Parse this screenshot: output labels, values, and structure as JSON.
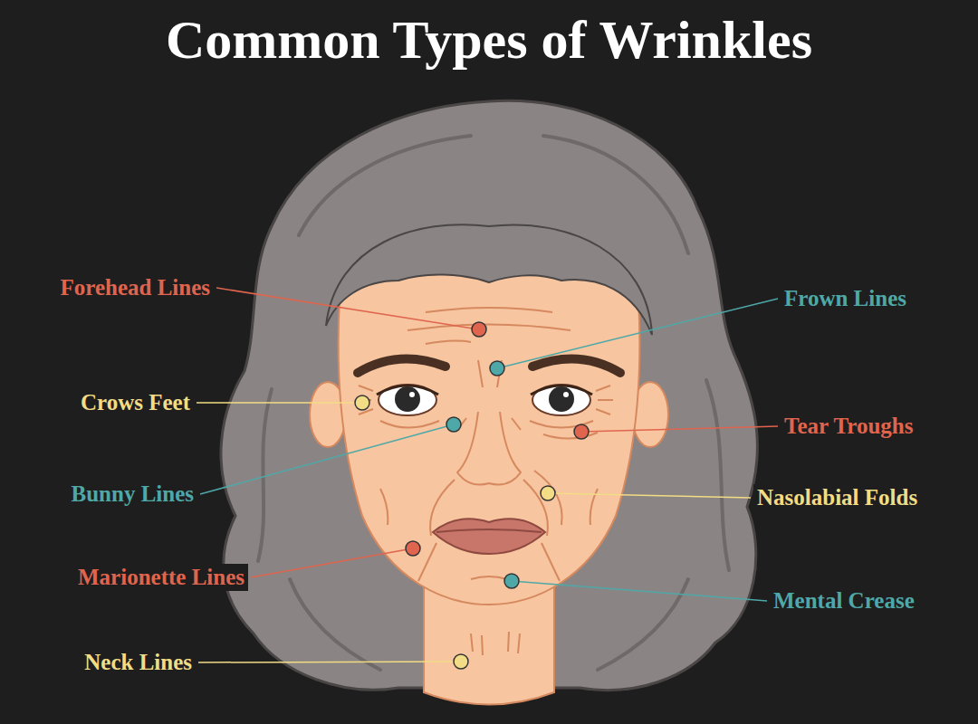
{
  "diagram": {
    "title": "Common Types of Wrinkles",
    "labels": [
      "Forehead Lines",
      "Frown Lines",
      "Crows Feet",
      "Tear Troughs",
      "Bunny Lines",
      "Nasolabial Folds",
      "Marionette Lines",
      "Mental Crease",
      "Neck Lines"
    ]
  }
}
